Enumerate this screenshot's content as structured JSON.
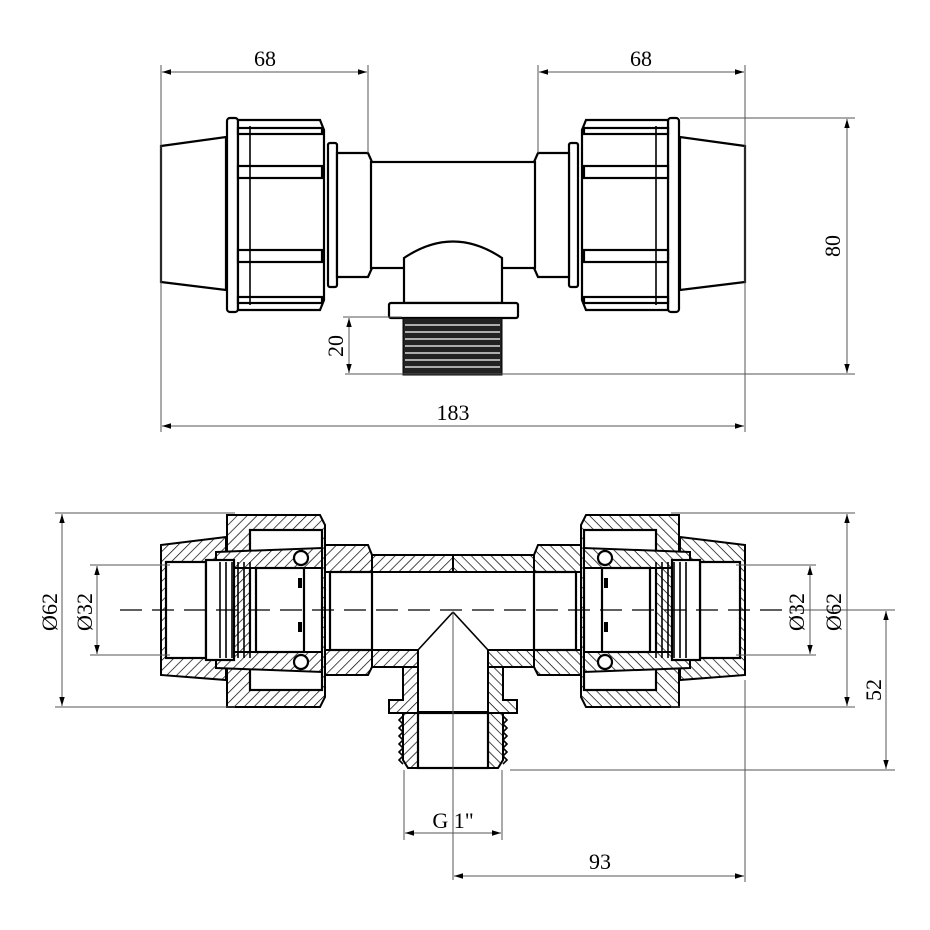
{
  "title": "Compression tee with male thread — technical drawing",
  "top_view": {
    "dim_left_length": "68",
    "dim_right_length": "68",
    "dim_total_length": "183",
    "dim_height": "80",
    "dim_thread_length": "20"
  },
  "section_view": {
    "dim_outer_diameter_left": "Ø62",
    "dim_pipe_diameter_left": "Ø32",
    "dim_pipe_diameter_right": "Ø32",
    "dim_outer_diameter_right": "Ø62",
    "dim_branch_height": "52",
    "dim_thread": "G 1\"",
    "dim_half_length": "93"
  }
}
